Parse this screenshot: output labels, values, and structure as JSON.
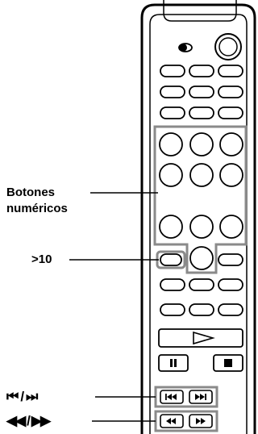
{
  "labels": {
    "numeric_line1": "Botones",
    "numeric_line2": "numéricos",
    "gt10": ">10",
    "skip_prev": "⏮",
    "skip_sep": "/",
    "skip_next": "⏭",
    "search_rew": "◀◀",
    "search_sep": "/",
    "search_ffw": "▶▶"
  },
  "icons": {
    "play": "play-icon",
    "pause": "pause-icon",
    "stop": "stop-icon",
    "prev": "skip-previous-icon",
    "next": "skip-next-icon",
    "rew": "rewind-icon",
    "ffw": "fast-forward-icon",
    "knob": "volume-knob-icon",
    "toggle": "toggle-switch-icon"
  },
  "colors": {
    "outline": "#000000",
    "highlight_box": "#8a8a8a",
    "leader_line": "#000000"
  }
}
